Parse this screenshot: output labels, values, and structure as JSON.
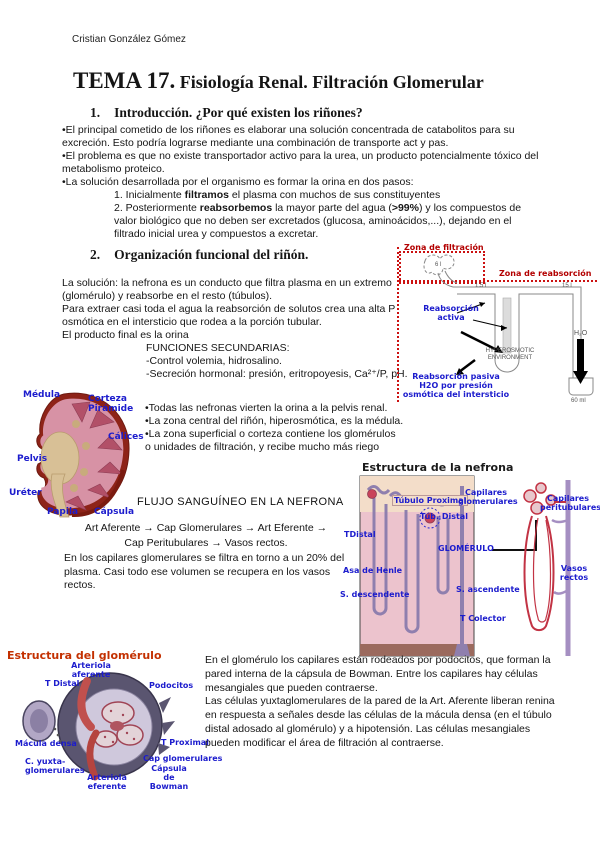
{
  "author": "Cristian González Gómez",
  "title": {
    "lead": "TEMA 17.",
    "rest": " Fisiología Renal. Filtración Glomerular"
  },
  "s1": {
    "num": "1.",
    "heading": "Introducción. ¿Por qué existen los riñones?",
    "b1": "•El principal cometido de los riñones es elaborar una solución concentrada de catabolitos para su excreción. Esto podría lograrse mediante una combinación de transporte act y pas.",
    "b2": "•El problema es que no existe transportador activo para la urea, un producto potencialmente tóxico del metabolismo proteico.",
    "b3": "•La solución desarrollada por el organismo es formar la orina en dos pasos:",
    "step1_a": "1. Inicialmente ",
    "step1_b": "filtramos",
    "step1_c": " el plasma con muchos de sus constituyentes",
    "step2_a": "2. Posteriormente ",
    "step2_b": "reabsorbemos",
    "step2_c": " la mayor parte del agua (",
    "step2_d": ">99%",
    "step2_e": ") y los compuestos de valor biológico que no deben ser excretados (glucosa, aminoácidos,...), dejando en el filtrado inicial urea y compuestos a excretar."
  },
  "s2": {
    "num": "2.",
    "heading": "Organización funcional del riñón.",
    "p1": "La solución: la nefrona es un conducto que filtra plasma en un extremo (glomérulo) y reabsorbe en el resto (túbulos).",
    "p2": "Para extraer casi toda el agua la reabsorción de solutos crea una alta P osmótica en el intersticio que rodea a la porción tubular.",
    "p3": "El producto final es la orina",
    "sub": "FUNCIONES SECUNDARIAS:",
    "f1": "-Control volemia, hidrosalino.",
    "f2": "-Secreción hormonal: presión, eritropoyesis, Ca²⁺/P, pH."
  },
  "filtration": {
    "zona_filtracion": "Zona de filtración",
    "zona_reabsorcion": "Zona de reabsorción",
    "v_glom": "6 l",
    "v_left": "1.5 l",
    "v_right": "15 l",
    "reabs_activa_1": "Reabsorción",
    "reabs_activa_2": "activa",
    "hyper_1": "HYPEROSMOTIC",
    "hyper_2": "ENVIRONMENT",
    "h2o": "H₂O",
    "v_final": "60 ml",
    "reabs_pasiva_1": "Reabsorción pasiva",
    "reabs_pasiva_2": "H2O por presión",
    "reabs_pasiva_3": "osmótica del intersticio"
  },
  "kidney": {
    "medula": "Médula",
    "corteza": "Corteza",
    "piramide": "Pirámide",
    "calices": "Cálices",
    "pelvis": "Pelvis",
    "ureter": "Uréter",
    "papila": "Papila",
    "capsula": "Cápsula",
    "notes": [
      "•Todas las nefronas vierten la orina a la pelvis renal.",
      "•La zona central del riñón, hiperosmótica, es la médula.",
      "•La zona superficial o corteza contiene los glomérulos",
      "o unidades de filtración, y recibe mucho más riego"
    ]
  },
  "flow": {
    "heading": "FLUJO SANGUÍNEO EN LA NEFRONA",
    "path1": "Art Aferente → Cap Glomerulares → Art Eferente →",
    "path2": "Cap Peritubulares → Vasos rectos.",
    "body": "En los capilares glomerulares se filtra en torno a un 20% del plasma. Casi todo ese volumen se recupera en los vasos rectos."
  },
  "nephron": {
    "title": "Estructura de la nefrona",
    "tubulo_proximal": "Túbulo Proximal",
    "tub_distal": "Túb. Distal",
    "tdistal": "TDistal",
    "glomerulo": "GLOMÉRULO",
    "asa_henle": "Asa de Henle",
    "s_desc": "S. descendente",
    "s_asc": "S. ascendente",
    "t_colector": "T Colector",
    "cap_glom_1": "Capilares",
    "cap_glom_2": "glomerulares",
    "cap_peri_1": "Capilares",
    "cap_peri_2": "peritubulares",
    "vasos_1": "Vasos",
    "vasos_2": "rectos"
  },
  "glomerulus": {
    "title": "Estructura del glomérulo",
    "t_distal": "T Distal",
    "art_af_1": "Arteriola",
    "art_af_2": "aferente",
    "podocitos": "Podocitos",
    "macula": "Mácula densa",
    "yuxta_1": "C. yuxta-",
    "yuxta_2": "glomerulares",
    "t_proximal": "T Proximal",
    "cap_glom": "Cap glomerulares",
    "bowman_1": "Cápsula de",
    "bowman_2": "Bowman",
    "art_ef_1": "Arteriola",
    "art_ef_2": "eferente"
  },
  "glom_text": {
    "p1": "En el glomérulo los capilares están rodeados por podocitos, que forman la pared interna de la cápsula de Bowman. Entre los capilares hay células mesangiales que pueden contraerse.",
    "p2": "Las células yuxtaglomerulares de la pared de la Art. Aferente liberan renina en respuesta a señales desde las células de la mácula densa (en el túbulo distal adosado al glomérulo) y a hipotensión. Las células mesangiales pueden modificar el área de filtración al contraerse."
  }
}
